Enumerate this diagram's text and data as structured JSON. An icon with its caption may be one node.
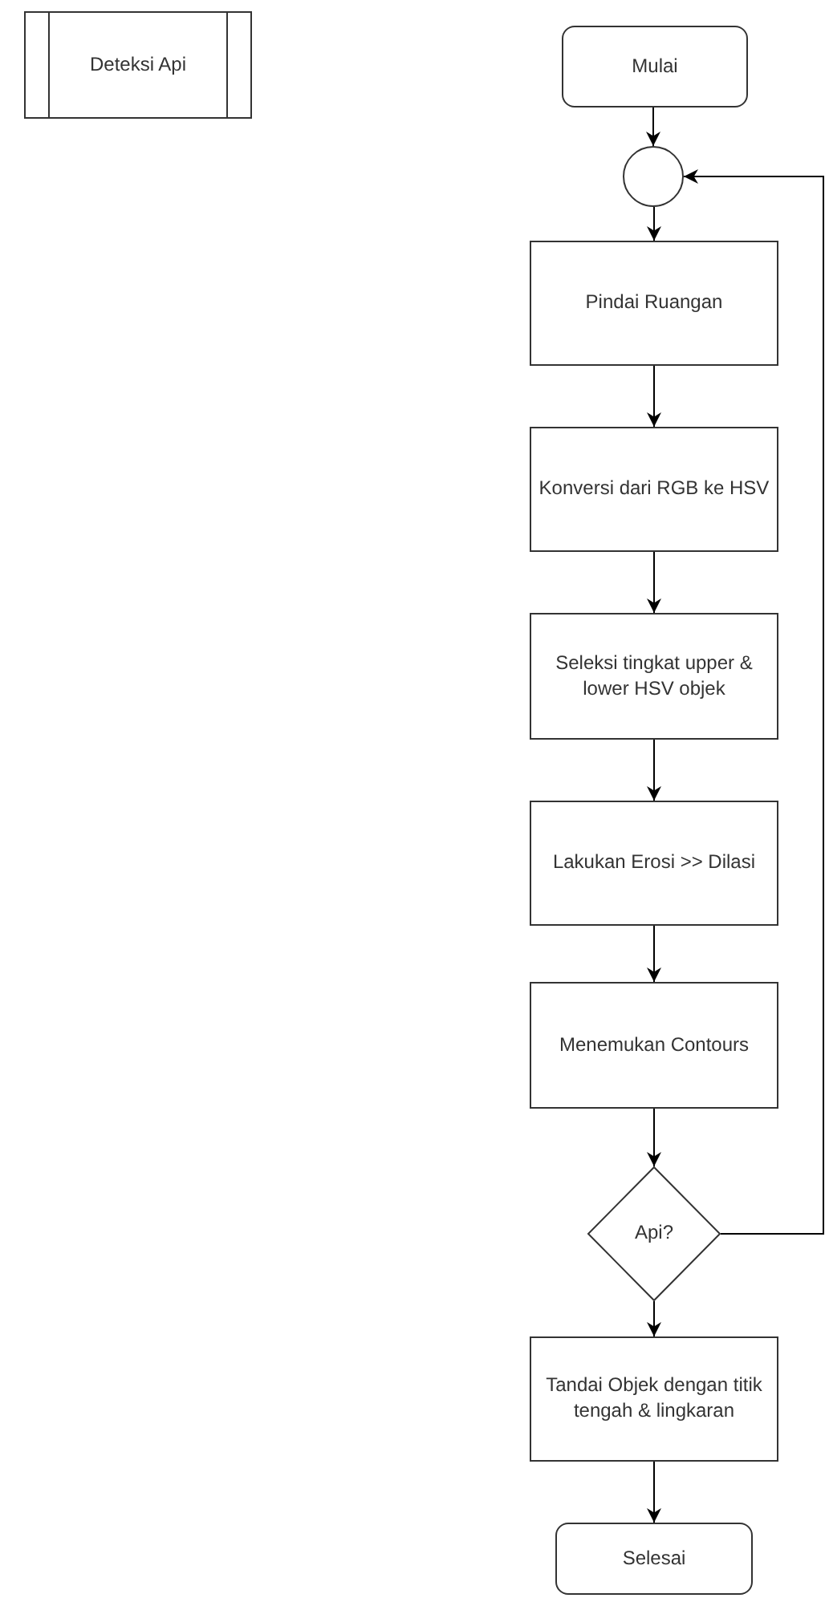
{
  "diagram": {
    "nodes": [
      {
        "text": [
          "Deteksi Api"
        ]
      },
      {
        "text": [
          "Mulai"
        ]
      },
      {
        "text": [],
        "shape": "circle"
      },
      {
        "text": [
          "Pindai Ruangan"
        ]
      },
      {
        "text": [
          "Konversi dari RGB ke HSV"
        ]
      },
      {
        "text": [
          "Seleksi tingkat upper & lower HSV objek"
        ]
      },
      {
        "text": [
          "Lakukan Erosi >> Dilasi"
        ]
      },
      {
        "text": [
          "Menemukan Contours"
        ]
      },
      {
        "text": [
          "Api?"
        ]
      },
      {
        "text": [
          "Tandai Objek dengan titik tengah & lingkaran"
        ]
      },
      {
        "text": [
          "Selesai"
        ]
      }
    ],
    "edges": [
      {
        "from": 1,
        "to": 2,
        "arrow": "to"
      },
      {
        "from": 2,
        "to": 3,
        "arrow": "to"
      },
      {
        "from": 3,
        "to": 4,
        "arrow": "to"
      },
      {
        "from": 4,
        "to": 5,
        "arrow": "to"
      },
      {
        "from": 5,
        "to": 6,
        "arrow": "to"
      },
      {
        "from": 6,
        "to": 7,
        "arrow": "to"
      },
      {
        "from": 7,
        "to": 8,
        "arrow": "to"
      },
      {
        "from": 8,
        "to": 9,
        "arrow": "to"
      },
      {
        "from": 9,
        "to": 10,
        "arrow": "to"
      },
      {
        "from": 8,
        "to": 2,
        "arrow": "to"
      }
    ]
  }
}
